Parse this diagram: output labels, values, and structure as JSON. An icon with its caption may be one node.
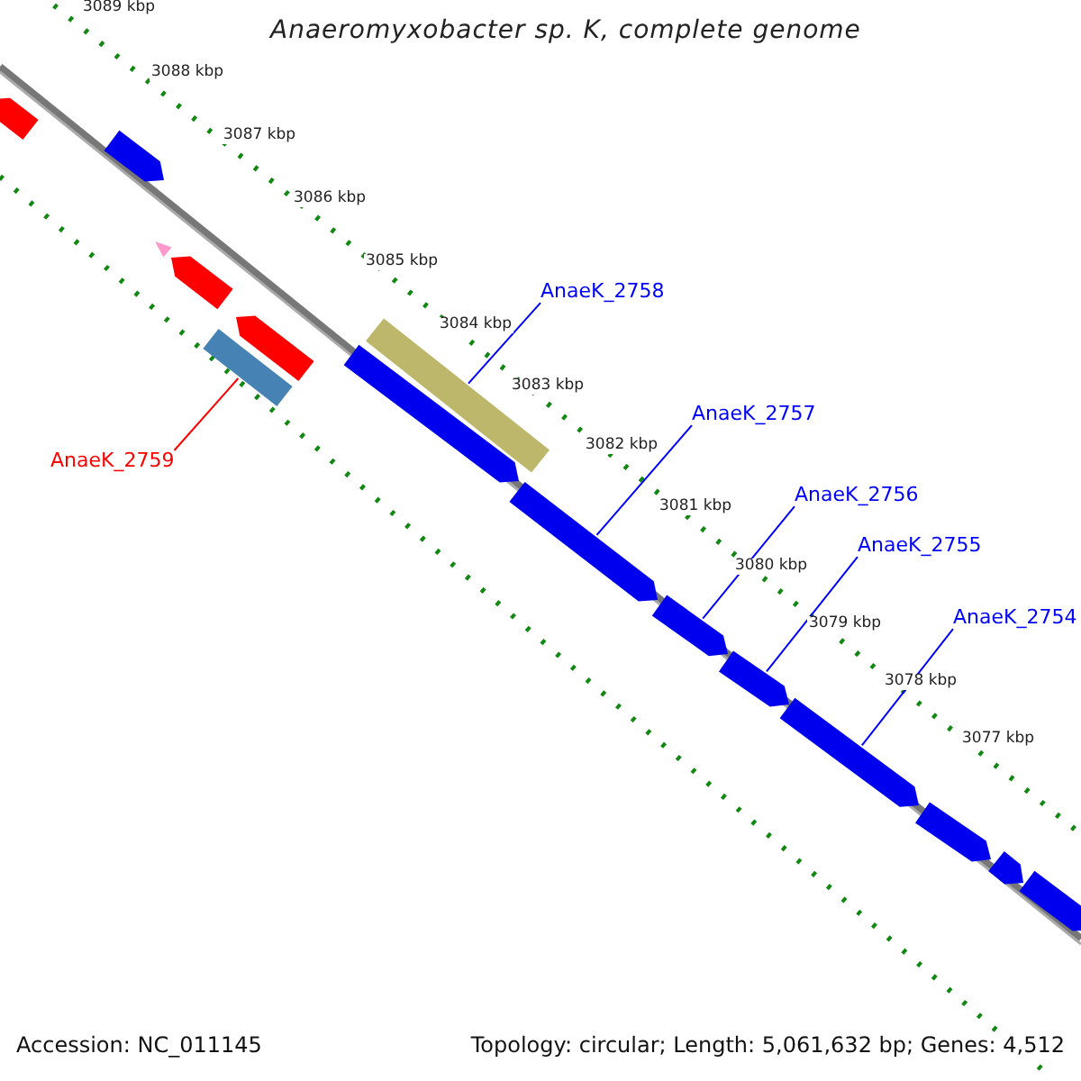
{
  "diagram": {
    "title": "Anaeromyxobacter sp. K, complete genome",
    "nodes": [
      {
        "text": [
          "AnaeK_2758"
        ]
      },
      {
        "text": [
          "AnaeK_2757"
        ]
      },
      {
        "text": [
          "AnaeK_2756"
        ]
      },
      {
        "text": [
          "AnaeK_2755"
        ]
      },
      {
        "text": [
          "AnaeK_2754"
        ]
      },
      {
        "text": [
          "AnaeK_2759"
        ]
      },
      {
        "text": [],
        "shape": "arrow"
      },
      {
        "text": [],
        "shape": "arrow"
      },
      {
        "text": [],
        "shape": "triangle"
      },
      {
        "text": [],
        "shape": "arrow"
      },
      {
        "text": [],
        "shape": "arrow"
      },
      {
        "text": [],
        "shape": "bar"
      },
      {
        "text": [],
        "shape": "bar"
      },
      {
        "text": [],
        "shape": "arrow"
      },
      {
        "text": [],
        "shape": "arrow"
      },
      {
        "text": [],
        "shape": "arrow"
      },
      {
        "text": [],
        "shape": "arrow"
      },
      {
        "text": [],
        "shape": "arrow"
      },
      {
        "text": [],
        "shape": "arrow"
      },
      {
        "text": [],
        "shape": "arrow"
      },
      {
        "text": [],
        "shape": "arrow"
      }
    ],
    "edges": [
      {
        "from": 0,
        "to": 12,
        "arrow": "none"
      },
      {
        "from": 1,
        "to": 14,
        "arrow": "none"
      },
      {
        "from": 2,
        "to": 15,
        "arrow": "none"
      },
      {
        "from": 3,
        "to": 16,
        "arrow": "none"
      },
      {
        "from": 4,
        "to": 17,
        "arrow": "none"
      },
      {
        "from": 5,
        "to": 11,
        "arrow": "none",
        "color": "#ff0000"
      }
    ],
    "labels": [
      "3089 kbp",
      "3088 kbp",
      "3087 kbp",
      "3086 kbp",
      "3085 kbp",
      "3084 kbp",
      "3083 kbp",
      "3082 kbp",
      "3081 kbp",
      "3080 kbp",
      "3079 kbp",
      "3078 kbp",
      "3077 kbp",
      "Accession: NC_011145",
      "Topology: circular; Length: 5,061,632 bp; Genes: 4,512"
    ]
  }
}
